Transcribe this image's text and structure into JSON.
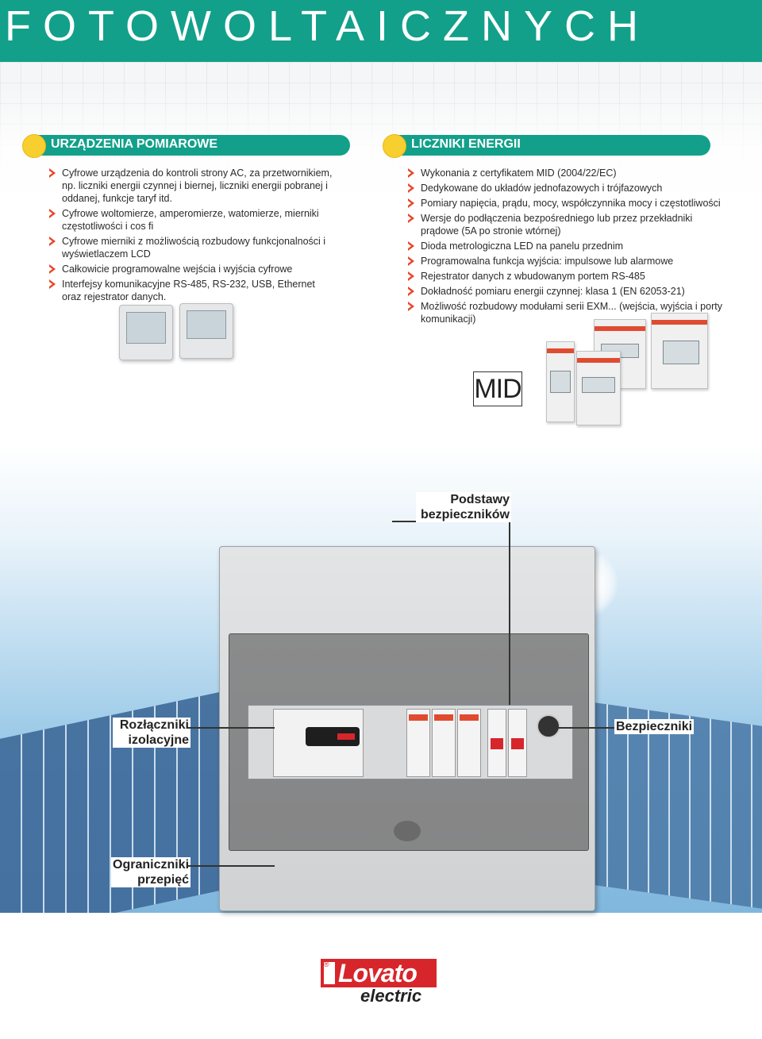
{
  "header": {
    "title": "FOTOWOLTAICZNYCH"
  },
  "left_section": {
    "title": "URZĄDZENIA POMIAROWE",
    "bullets": [
      "Cyfrowe urządzenia do kontroli strony AC, za przetwornikiem, np. liczniki energii czynnej i biernej, liczniki energii pobranej i oddanej, funkcje taryf itd.",
      "Cyfrowe woltomierze, amperomierze, watomierze, mierniki częstotliwości i cos fi",
      "Cyfrowe mierniki z możliwością rozbudowy funkcjonalności i wyświetlaczem LCD",
      "Całkowicie programowalne wejścia i wyjścia cyfrowe",
      "Interfejsy komunikacyjne RS-485, RS-232, USB, Ethernet oraz rejestrator danych."
    ]
  },
  "right_section": {
    "title": "LICZNIKI ENERGII",
    "bullets": [
      "Wykonania z certyfikatem MID (2004/22/EC)",
      "Dedykowane do układów jednofazowych i trójfazowych",
      "Pomiary napięcia, prądu, mocy, współczynnika mocy i częstotliwości",
      "Wersje do podłączenia bezpośredniego lub przez przekładniki prądowe (5A po stronie wtórnej)",
      "Dioda metrologiczna LED na panelu przednim",
      "Programowalna funkcja wyjścia: impulsowe lub alarmowe",
      "Rejestrator danych z wbudowanym portem RS-485",
      "Dokładność pomiaru energii czynnej: klasa 1 (EN 62053-21)",
      "Możliwość rozbudowy modułami serii EXM... (wejścia, wyjścia i porty komunikacji)"
    ]
  },
  "mid_label": "MID",
  "callouts": {
    "fuse_bases": "Podstawy bezpieczników",
    "isolators": "Rozłączniki izolacyjne",
    "fuses": "Bezpieczniki",
    "surge": "Ograniczniki przepięć"
  },
  "logo": {
    "brand": "Lovato",
    "sub": "electric",
    "registered": "®"
  },
  "colors": {
    "accent": "#12a08a",
    "bullet": "#e8462a",
    "dot": "#f7cf2f",
    "logo_red": "#d7262b"
  }
}
